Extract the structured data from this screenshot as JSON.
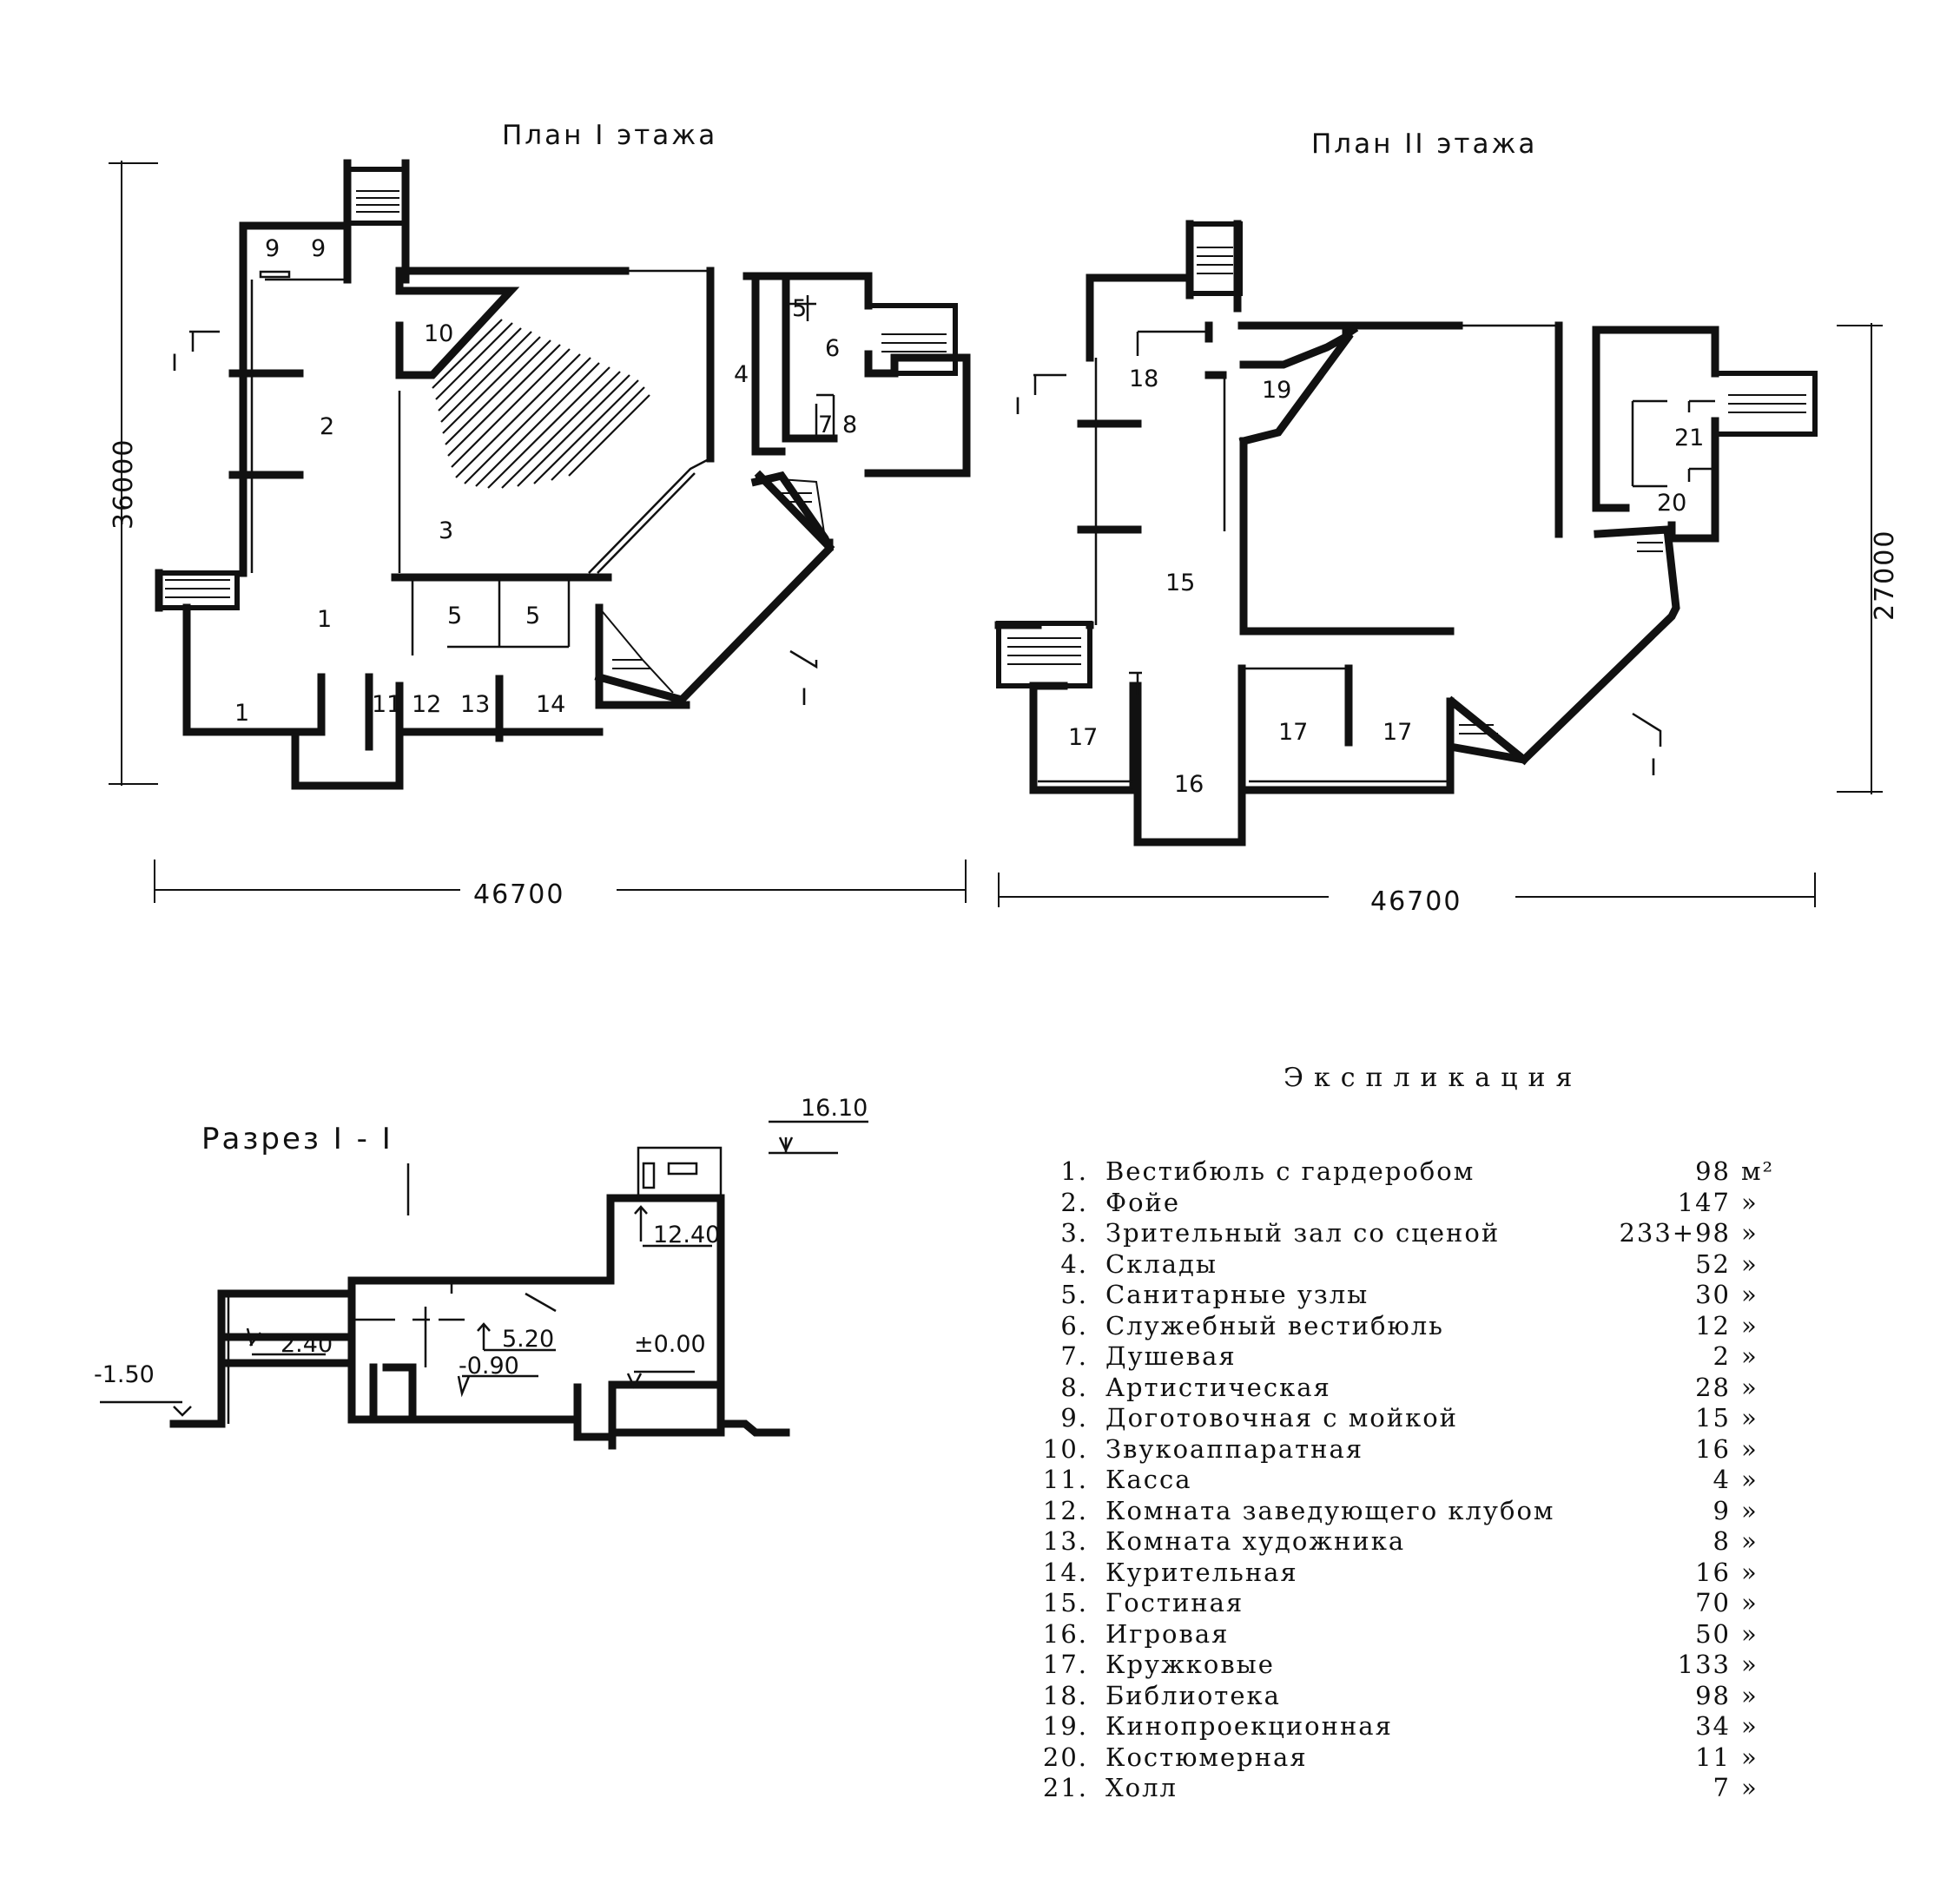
{
  "plans": {
    "floor1_title": "План I этажа",
    "floor2_title": "План II этажа",
    "section_title": "Разрез I - I",
    "section_mark": "I",
    "dims": {
      "floor1_width": "46700",
      "floor1_height": "36000",
      "floor2_width": "46700",
      "floor2_height": "27000"
    },
    "floor1_rooms": [
      "9",
      "9",
      "10",
      "2",
      "3",
      "4",
      "5",
      "6",
      "7",
      "8",
      "1",
      "5",
      "5",
      "1",
      "11",
      "12",
      "13",
      "14"
    ],
    "floor2_rooms": [
      "18",
      "19",
      "21",
      "20",
      "15",
      "17",
      "16",
      "17",
      "17"
    ],
    "levels": [
      "16.10",
      "12.40",
      "2.40",
      "5.20",
      "-1.50",
      "-0.90",
      "±0.00"
    ]
  },
  "explication": {
    "title": "Экспликация",
    "items": [
      {
        "num": "1.",
        "name": "Вестибюль с гардеробом",
        "area": "98",
        "unit": "м²"
      },
      {
        "num": "2.",
        "name": "Фойе",
        "area": "147",
        "unit": "»"
      },
      {
        "num": "3.",
        "name": "Зрительный зал со сценой",
        "area": "233+98",
        "unit": "»"
      },
      {
        "num": "4.",
        "name": "Склады",
        "area": "52",
        "unit": "»"
      },
      {
        "num": "5.",
        "name": "Санитарные узлы",
        "area": "30",
        "unit": "»"
      },
      {
        "num": "6.",
        "name": "Служебный вестибюль",
        "area": "12",
        "unit": "»"
      },
      {
        "num": "7.",
        "name": "Душевая",
        "area": "2",
        "unit": "»"
      },
      {
        "num": "8.",
        "name": "Артистическая",
        "area": "28",
        "unit": "»"
      },
      {
        "num": "9.",
        "name": "Доготовочная с мойкой",
        "area": "15",
        "unit": "»"
      },
      {
        "num": "10.",
        "name": "Звукоаппаратная",
        "area": "16",
        "unit": "»"
      },
      {
        "num": "11.",
        "name": "Касса",
        "area": "4",
        "unit": "»"
      },
      {
        "num": "12.",
        "name": "Комната заведующего клубом",
        "area": "9",
        "unit": "»"
      },
      {
        "num": "13.",
        "name": "Комната художника",
        "area": "8",
        "unit": "»"
      },
      {
        "num": "14.",
        "name": "Курительная",
        "area": "16",
        "unit": "»"
      },
      {
        "num": "15.",
        "name": "Гостиная",
        "area": "70",
        "unit": "»"
      },
      {
        "num": "16.",
        "name": "Игровая",
        "area": "50",
        "unit": "»"
      },
      {
        "num": "17.",
        "name": "Кружковые",
        "area": "133",
        "unit": "»"
      },
      {
        "num": "18.",
        "name": "Библиотека",
        "area": "98",
        "unit": "»"
      },
      {
        "num": "19.",
        "name": "Кинопроекционная",
        "area": "34",
        "unit": "»"
      },
      {
        "num": "20.",
        "name": "Костюмерная",
        "area": "11",
        "unit": "»"
      },
      {
        "num": "21.",
        "name": "Холл",
        "area": "7",
        "unit": "»"
      }
    ]
  }
}
